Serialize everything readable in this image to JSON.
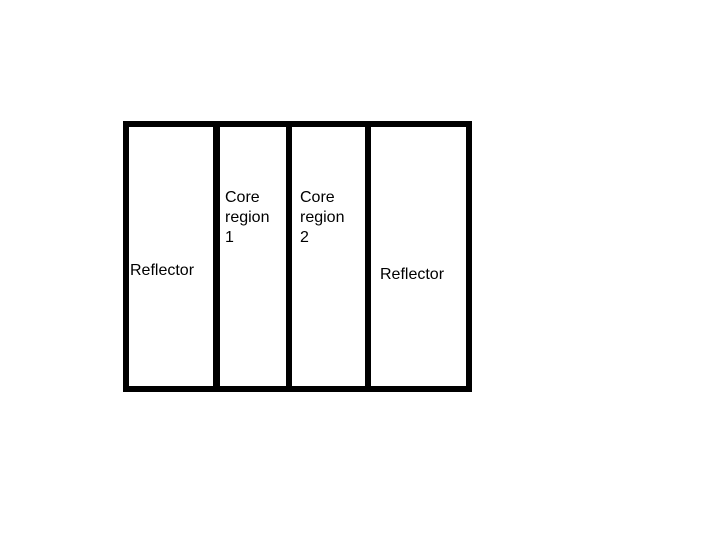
{
  "page": {
    "background": "#ffffff"
  },
  "diagram": {
    "colors": {
      "outline": "#000000",
      "region_fill": "#ffffff",
      "text": "#000000"
    },
    "regions": [
      {
        "id": "reflector-left",
        "label": "Reflector"
      },
      {
        "id": "core-region-1",
        "label": "Core region 1",
        "lines": [
          "Core",
          "region",
          "1"
        ]
      },
      {
        "id": "core-region-2",
        "label": "Core region 2",
        "lines": [
          "Core",
          "region",
          "2"
        ]
      },
      {
        "id": "reflector-right",
        "label": "Reflector"
      }
    ]
  }
}
